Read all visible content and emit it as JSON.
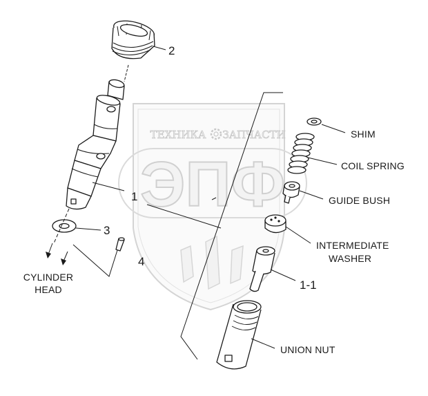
{
  "labels": {
    "n2": "2",
    "n1": "1",
    "n3": "3",
    "n4": "4",
    "n1_1": "1-1",
    "cylinder_head_line1": "CYLINDER",
    "cylinder_head_line2": "HEAD",
    "shim": "SHIM",
    "coil_spring": "COIL SPRING",
    "guide_bush": "GUIDE BUSH",
    "intermediate_washer_line1": "INTERMEDIATE",
    "intermediate_washer_line2": "WASHER",
    "union_nut": "UNION NUT"
  },
  "watermark": {
    "left_word": "ТЕХНИКА",
    "right_word": "ЗАПЧАСТИ",
    "big_text": "ЭПФ",
    "icon": "gear-icon",
    "color": "#d0d0d0"
  }
}
